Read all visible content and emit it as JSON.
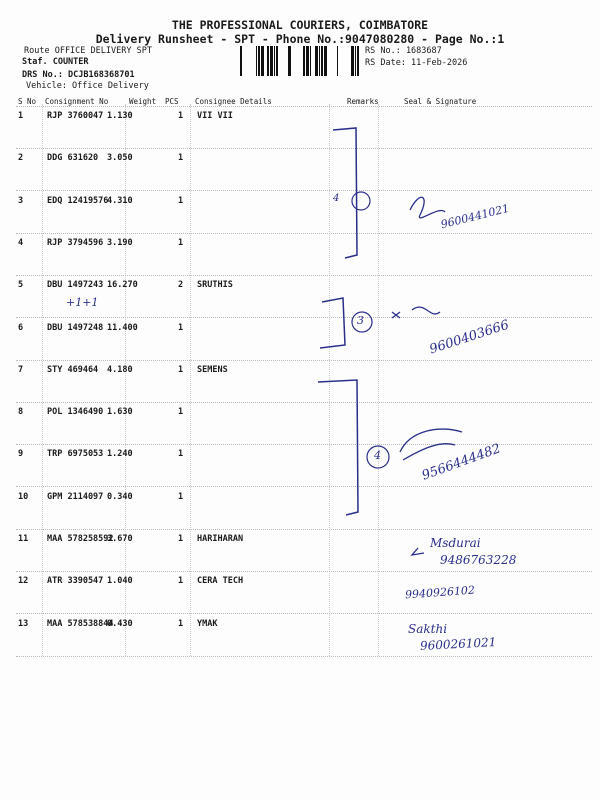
{
  "header": {
    "company": "THE PROFESSIONAL COURIERS, COIMBATORE",
    "subtitle": "Delivery Runsheet - SPT - Phone No.:9047080280 - Page No.:1",
    "route": "Route  OFFICE DELIVERY SPT",
    "staff": "Staf. COUNTER",
    "drs": "DRS No.: DCJB168368701",
    "vehicle": "Vehicle: Office Delivery",
    "rs_no": "RS No.: 1683687",
    "rs_date": "RS Date: 11-Feb-2026"
  },
  "columns": [
    "S No",
    "Consignment No",
    "Weight",
    "PCS",
    "Consignee Details",
    "Remarks",
    "Seal & Signature"
  ],
  "rows": [
    {
      "sno": "1",
      "cn": "RJP 3760047",
      "wt": "1.130",
      "pcs": "1",
      "consignee": "VII VII"
    },
    {
      "sno": "2",
      "cn": "DDG 631620",
      "wt": "3.050",
      "pcs": "1",
      "consignee": ""
    },
    {
      "sno": "3",
      "cn": "EDQ 12419576",
      "wt": "4.310",
      "pcs": "1",
      "consignee": ""
    },
    {
      "sno": "4",
      "cn": "RJP 3794596",
      "wt": "3.190",
      "pcs": "1",
      "consignee": ""
    },
    {
      "sno": "5",
      "cn": "DBU 1497243",
      "wt": "16.270",
      "pcs": "2",
      "consignee": "SRUTHIS"
    },
    {
      "sno": "6",
      "cn": "DBU 1497248",
      "wt": "11.400",
      "pcs": "1",
      "consignee": ""
    },
    {
      "sno": "7",
      "cn": "STY 469464",
      "wt": "4.180",
      "pcs": "1",
      "consignee": "SEMENS"
    },
    {
      "sno": "8",
      "cn": "POL 1346490",
      "wt": "1.630",
      "pcs": "1",
      "consignee": ""
    },
    {
      "sno": "9",
      "cn": "TRP 6975053",
      "wt": "1.240",
      "pcs": "1",
      "consignee": ""
    },
    {
      "sno": "10",
      "cn": "GPM 2114097",
      "wt": "0.340",
      "pcs": "1",
      "consignee": ""
    },
    {
      "sno": "11",
      "cn": "MAA 578258592",
      "wt": "3.670",
      "pcs": "1",
      "consignee": "HARIHARAN"
    },
    {
      "sno": "12",
      "cn": "ATR 3390547",
      "wt": "1.040",
      "pcs": "1",
      "consignee": "CERA TECH"
    },
    {
      "sno": "13",
      "cn": "MAA 578538844",
      "wt": "0.430",
      "pcs": "1",
      "consignee": "YMAK"
    }
  ],
  "handwriting": {
    "annot_5": "+1+1",
    "circle_a": "4",
    "circle_b": "3",
    "circle_c": "4",
    "phone_1": "9600441021",
    "phone_2": "9600403666",
    "phone_3": "9566444482",
    "sig_11": "Msdurai",
    "phone_11": "9486763228",
    "phone_12": "9940926102",
    "sig_13": "Sakthi",
    "phone_13": "9600261021"
  },
  "ink_color": "#2a2f8a"
}
